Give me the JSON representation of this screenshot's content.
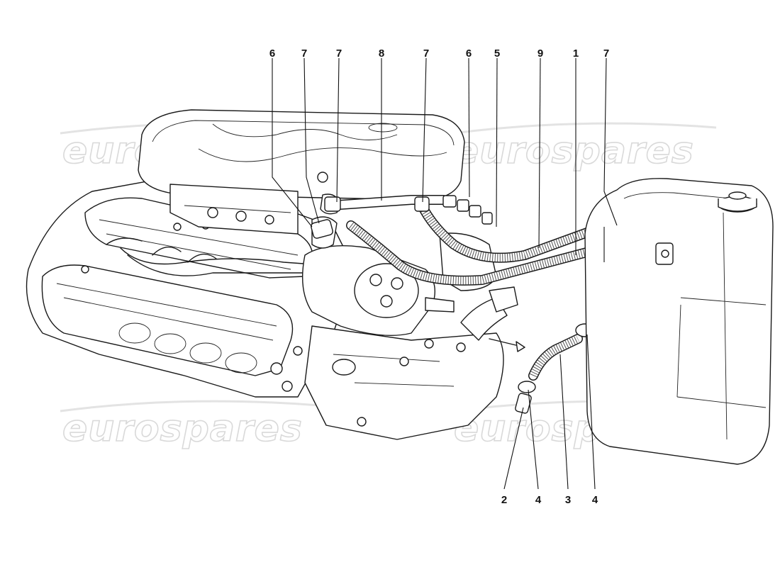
{
  "watermark": {
    "text": "eurospares"
  },
  "callouts_top": [
    "6",
    "7",
    "7",
    "8",
    "7",
    "6",
    "5",
    "9",
    "1",
    "7"
  ],
  "callouts_bottom": [
    "2",
    "4",
    "3",
    "4"
  ]
}
